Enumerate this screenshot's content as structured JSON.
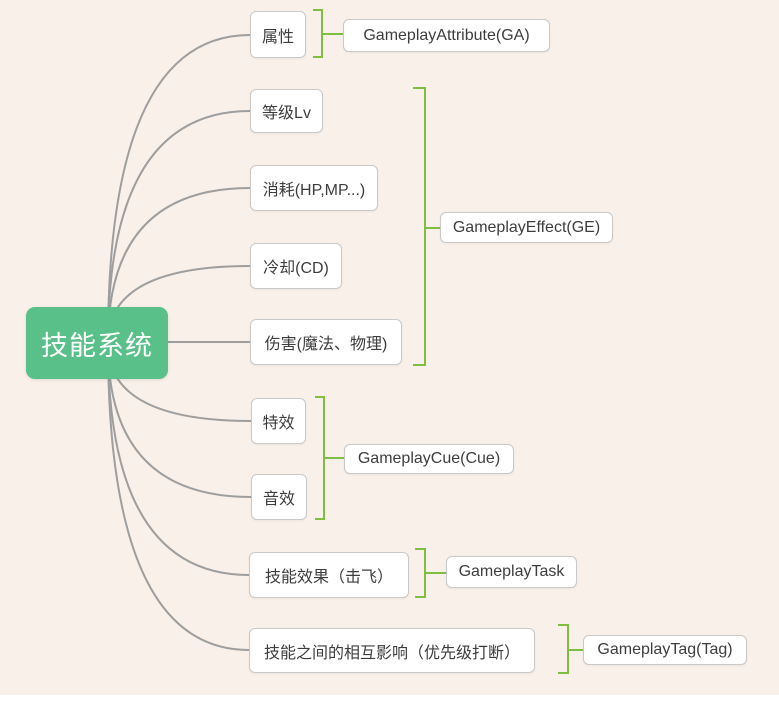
{
  "colors": {
    "canvas": "#f9f0e9",
    "page": "#ffffff",
    "root_fill": "#58c088",
    "root_text": "#ffffff",
    "node_border": "#c9c9c9",
    "node_text": "#3d3d3d",
    "connector": "#9e9e9e",
    "bracket": "#7fbe41"
  },
  "root": {
    "label": "技能系统"
  },
  "branches": [
    {
      "label": "属性"
    },
    {
      "label": "等级Lv"
    },
    {
      "label": "消耗(HP,MP...)"
    },
    {
      "label": "冷却(CD)"
    },
    {
      "label": "伤害(魔法、物理)"
    },
    {
      "label": "特效"
    },
    {
      "label": "音效"
    },
    {
      "label": "技能效果（击飞）"
    },
    {
      "label": "技能之间的相互影响（优先级打断）"
    }
  ],
  "summaries": [
    {
      "label": "GameplayAttribute(GA)",
      "covers": [
        "属性"
      ]
    },
    {
      "label": "GameplayEffect(GE)",
      "covers": [
        "等级Lv",
        "消耗(HP,MP...)",
        "冷却(CD)",
        "伤害(魔法、物理)"
      ]
    },
    {
      "label": "GameplayCue(Cue)",
      "covers": [
        "特效",
        "音效"
      ]
    },
    {
      "label": "GameplayTask",
      "covers": [
        "技能效果（击飞）"
      ]
    },
    {
      "label": "GameplayTag(Tag)",
      "covers": [
        "技能之间的相互影响（优先级打断）"
      ]
    }
  ]
}
